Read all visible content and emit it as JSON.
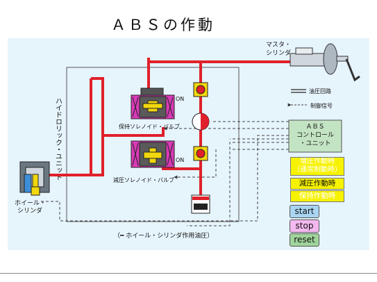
{
  "title": "ＡＢＳの作動",
  "labels": {
    "master_cylinder": [
      "マスタ・",
      "シリンダ"
    ],
    "hydraulic_unit": "ハイドロリック・ユニット",
    "hold_valve": "保持ソレノイド・バルブ",
    "release_valve": "減圧ソレノイド・バルブ",
    "on_hold": "ON",
    "on_release": "ON",
    "wheel_cylinder": [
      "ホイール・",
      "シリンダ"
    ],
    "abs_unit": [
      "ＡＢＳ",
      "コントロール",
      "・ユニット"
    ],
    "legend_oil": "油圧回路",
    "legend_signal": "制御信号",
    "caption": "（━ ホイール・シリンダ作用油圧）"
  },
  "modes": {
    "increase": [
      "増圧作動時",
      "（通常制動時）"
    ],
    "decrease": "減圧作動時",
    "hold": "保持作動時"
  },
  "buttons": {
    "start": "start",
    "stop": "stop",
    "reset": "reset"
  },
  "colors": {
    "oil": "#e0202a",
    "valve_coil": "#d93ab8",
    "valve_core": "#f2d70c",
    "panel": "#e6f4fb",
    "abs_unit": "#c3e4c3",
    "btn_start": "#a9d5f2",
    "btn_stop": "#f3b8ef",
    "btn_reset": "#9fd49a",
    "mode_bg": "#f6f200"
  }
}
